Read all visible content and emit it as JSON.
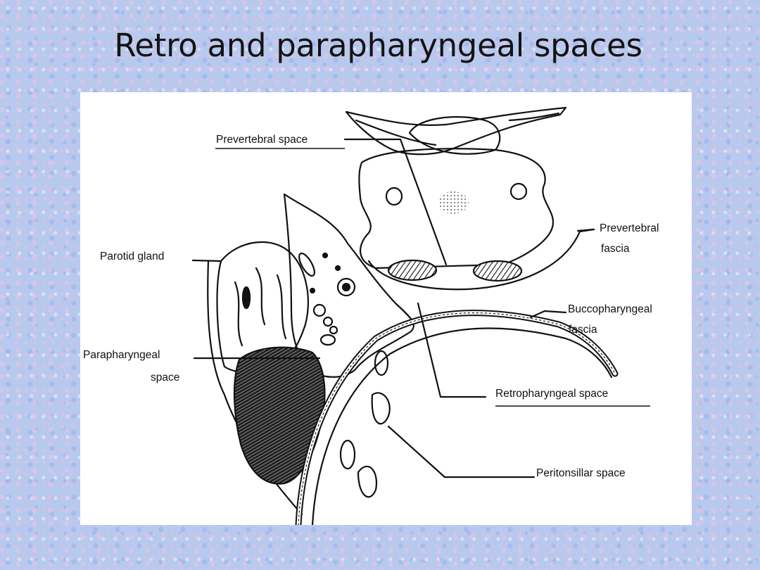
{
  "slide": {
    "title": "Retro and parapharyngeal spaces"
  },
  "diagram": {
    "labels": {
      "prevertebral_space": "Prevertebral space",
      "parotid_gland": "Parotid gland",
      "parapharyngeal_space_line1": "Parapharyngeal",
      "parapharyngeal_space_line2": "space",
      "prevertebral_fascia_line1": "Prevertebral",
      "prevertebral_fascia_line2": "fascia",
      "buccopharyngeal_fascia_line1": "Buccopharyngeal",
      "buccopharyngeal_fascia_line2": "fascia",
      "retropharyngeal_space": "Retropharyngeal space",
      "peritonsillar_space": "Peritonsillar space"
    }
  },
  "colors": {
    "background": "#b8c9ee",
    "panel": "#ffffff",
    "ink": "#111111"
  }
}
